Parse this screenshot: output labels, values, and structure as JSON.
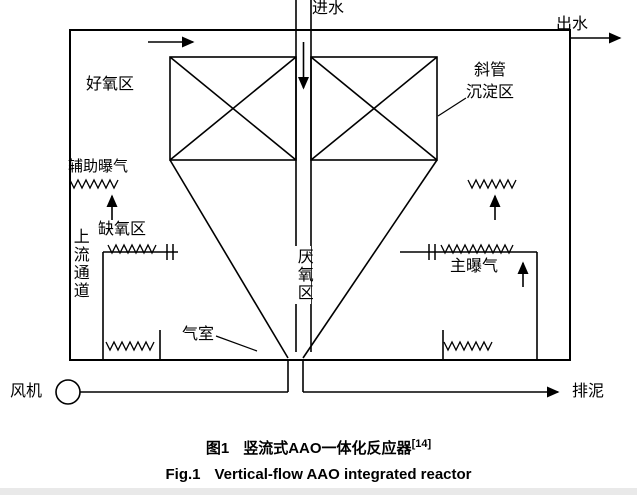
{
  "figure": {
    "caption_zh": {
      "label": "图1",
      "title": "竖流式AAO一体化反应器",
      "reference": "[14]"
    },
    "caption_en": {
      "label": "Fig.1",
      "title": "Vertical-flow AAO integrated reactor"
    }
  },
  "diagram": {
    "labels": {
      "influent": "进水",
      "effluent": "出水",
      "aerobic_zone": "好氧区",
      "settling_zone_line1": "斜管",
      "settling_zone_line2": "沉淀区",
      "auxiliary_aeration": "辅助曝气",
      "anoxic_zone": "缺氧区",
      "upflow_channel": "上流通道",
      "anaerobic_zone": "厌氧区",
      "main_aeration": "主曝气",
      "gas_chamber": "气室",
      "blower": "风机",
      "sludge_discharge": "排泥"
    },
    "colors": {
      "line": "#000000",
      "background": "#ffffff"
    }
  }
}
